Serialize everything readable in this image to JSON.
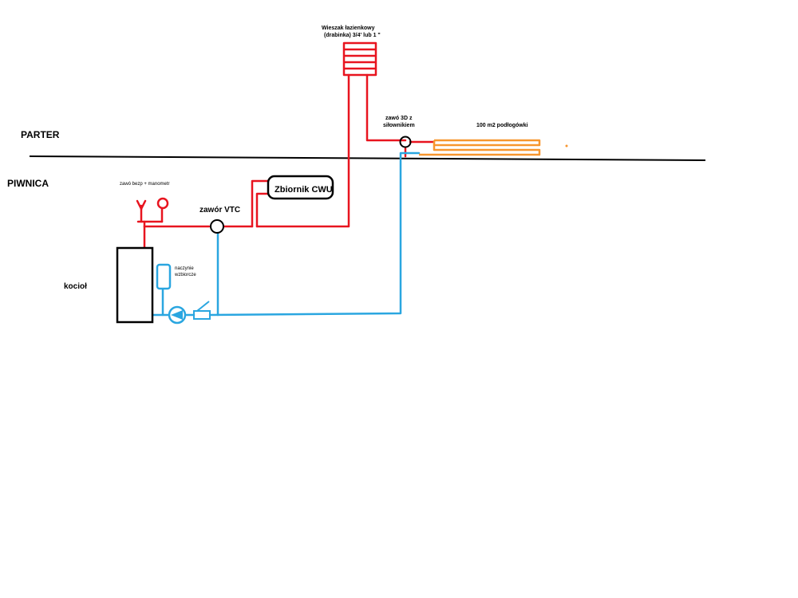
{
  "floors": {
    "upper": "PARTER",
    "lower": "PIWNICA"
  },
  "components": {
    "boiler": "kocioł",
    "expansion_vessel_line1": "naczynie",
    "expansion_vessel_line2": "wzbiorcze",
    "safety_valve": "zawó bezp + manometr",
    "vtc_valve": "zawór VTC",
    "tank": "Zbiornik CWU",
    "towel_rail_line1": "Wieszak łazienkowy",
    "towel_rail_line2": "(drabinka) 3/4' lub 1 \"",
    "valve3d_line1": "zawó 3D z",
    "valve3d_line2": "siłownikiem",
    "floor_heating": "100 m2 podłogówki"
  },
  "colors": {
    "supply": "#e8141f",
    "return": "#2aa6e0",
    "floor_heating": "#f7962e",
    "outline": "#000000"
  }
}
